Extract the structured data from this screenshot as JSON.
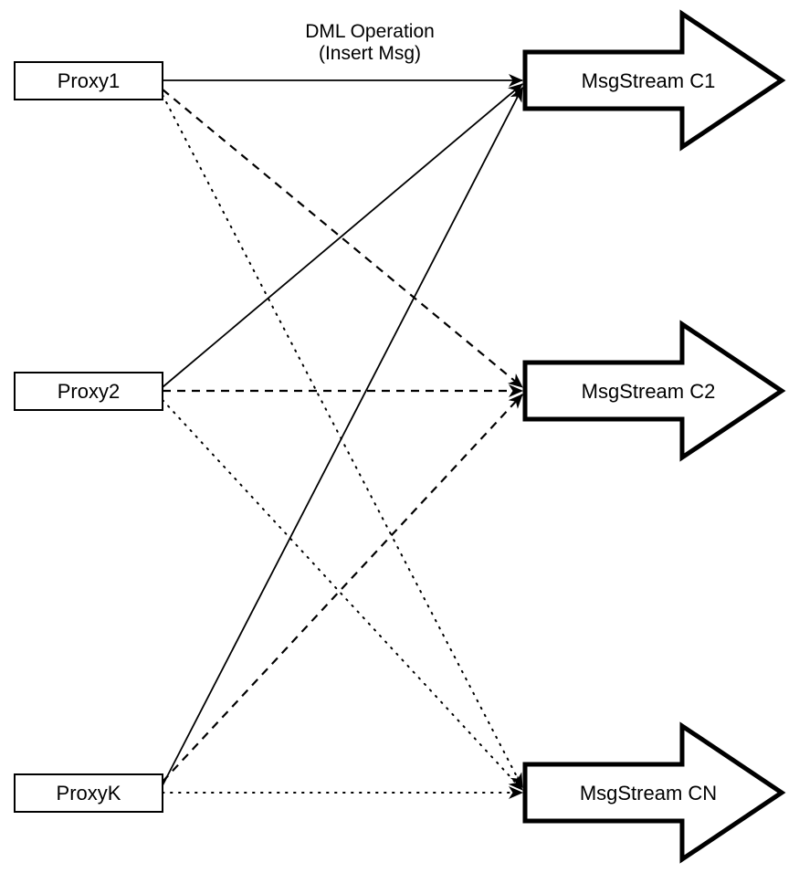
{
  "diagram": {
    "background_color": "#ffffff",
    "stroke_color": "#000000",
    "fill_color": "#ffffff",
    "edge_label": {
      "line1": "DML Operation",
      "line2": "(Insert Msg)"
    },
    "proxies": [
      {
        "label": "Proxy1"
      },
      {
        "label": "Proxy2"
      },
      {
        "label": "ProxyK"
      }
    ],
    "streams": [
      {
        "label": "MsgStream C1"
      },
      {
        "label": "MsgStream C2"
      },
      {
        "label": "MsgStream CN"
      }
    ],
    "edges": [
      {
        "from": "Proxy1",
        "to": "MsgStream C1",
        "style": "solid",
        "label": "DML Operation (Insert Msg)"
      },
      {
        "from": "Proxy2",
        "to": "MsgStream C1",
        "style": "solid",
        "label": ""
      },
      {
        "from": "ProxyK",
        "to": "MsgStream C1",
        "style": "solid",
        "label": ""
      },
      {
        "from": "Proxy1",
        "to": "MsgStream C2",
        "style": "dashed",
        "label": ""
      },
      {
        "from": "Proxy2",
        "to": "MsgStream C2",
        "style": "dashed",
        "label": ""
      },
      {
        "from": "ProxyK",
        "to": "MsgStream C2",
        "style": "dashed",
        "label": ""
      },
      {
        "from": "Proxy1",
        "to": "MsgStream CN",
        "style": "dotted",
        "label": ""
      },
      {
        "from": "Proxy2",
        "to": "MsgStream CN",
        "style": "dotted",
        "label": ""
      },
      {
        "from": "ProxyK",
        "to": "MsgStream CN",
        "style": "dotted",
        "label": ""
      }
    ]
  }
}
